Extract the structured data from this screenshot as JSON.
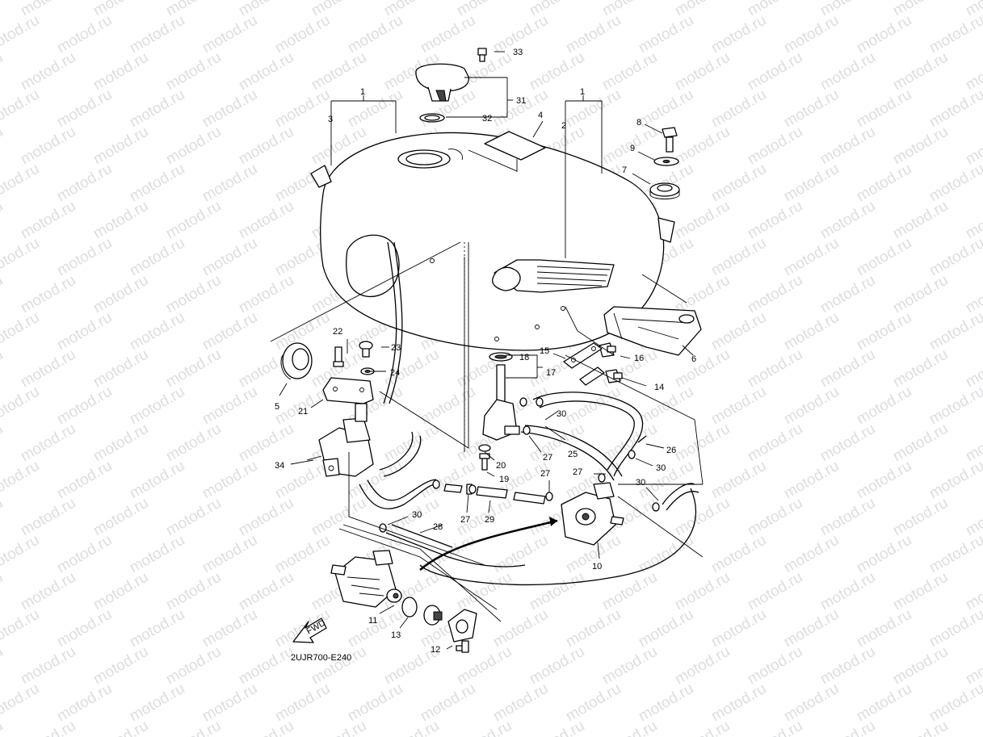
{
  "watermark": "motod.ru",
  "diagram_code": "2UJR700-E240",
  "fwd_label": "FWD",
  "callouts": {
    "c1a": "1",
    "c1b": "1",
    "c2": "2",
    "c3": "3",
    "c4": "4",
    "c5": "5",
    "c6": "6",
    "c7": "7",
    "c8": "8",
    "c9": "9",
    "c10": "10",
    "c11": "11",
    "c12": "12",
    "c13": "13",
    "c14": "14",
    "c15": "15",
    "c16": "16",
    "c17": "17",
    "c18": "18",
    "c19": "19",
    "c20": "20",
    "c21": "21",
    "c22": "22",
    "c23": "23",
    "c24": "24",
    "c25": "25",
    "c26": "26",
    "c27a": "27",
    "c27b": "27",
    "c27c": "27",
    "c27d": "27",
    "c28": "28",
    "c29": "29",
    "c30a": "30",
    "c30b": "30",
    "c30c": "30",
    "c30d": "30",
    "c31": "31",
    "c32": "32",
    "c33": "33",
    "c34": "34"
  }
}
